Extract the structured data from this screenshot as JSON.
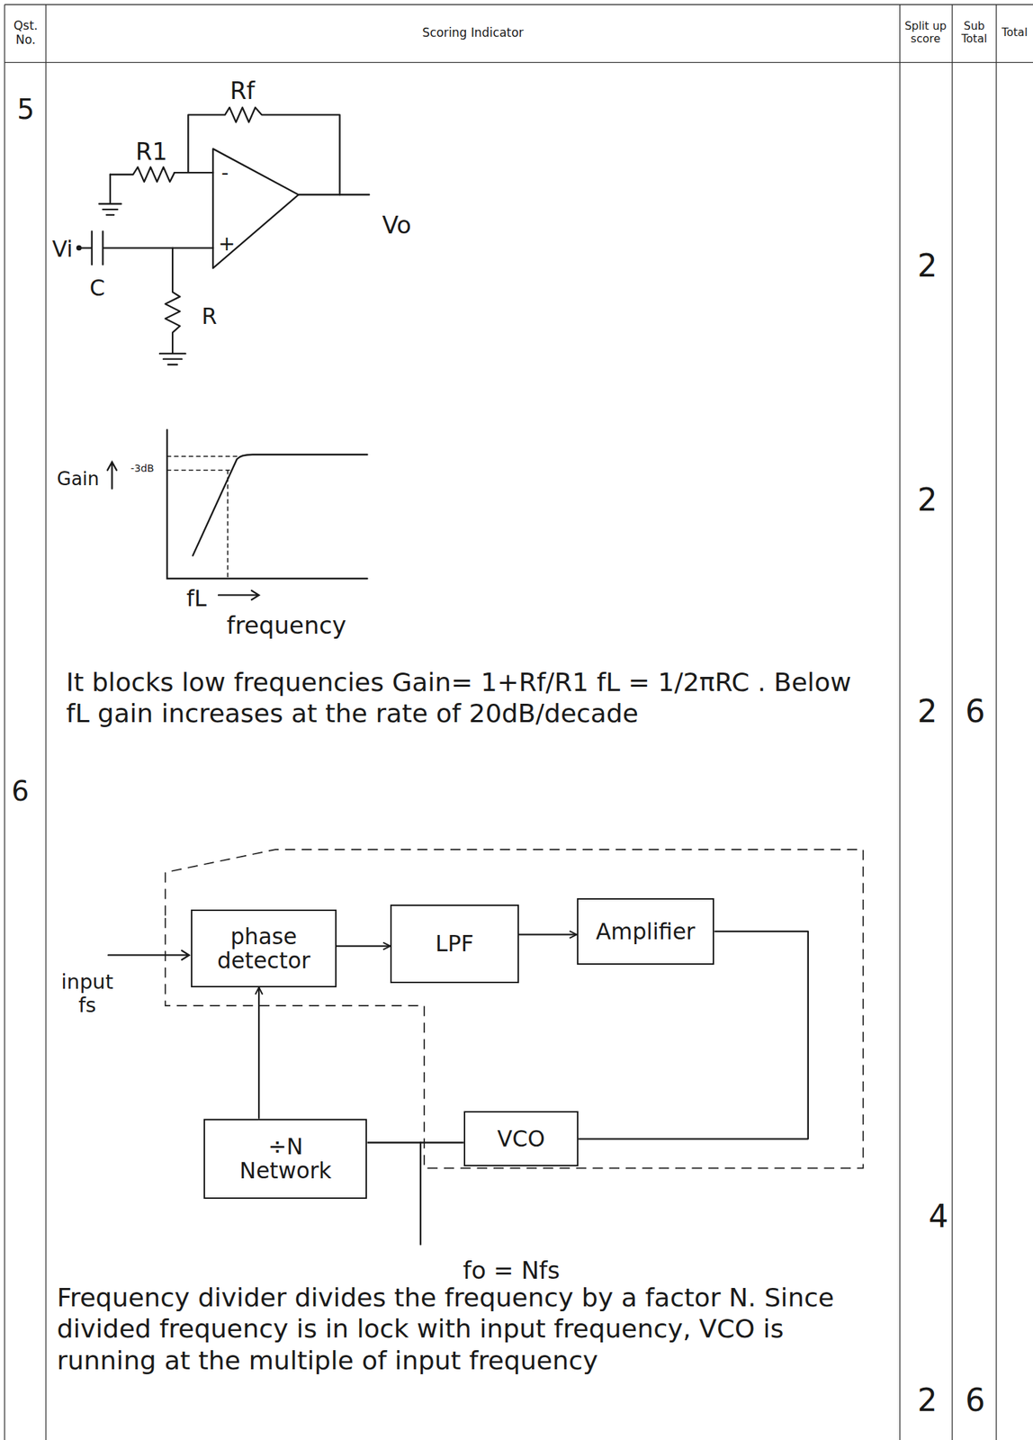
{
  "diagram": {
    "nodes": [
      {
        "text": [
          "phase detector"
        ]
      },
      {
        "text": [
          "LPF"
        ]
      },
      {
        "text": [
          "Amplifier"
        ]
      },
      {
        "text": [
          "VCO"
        ]
      },
      {
        "text": [
          "÷N Network"
        ]
      }
    ],
    "edges": [
      {
        "from": 0,
        "to": 1,
        "arrow": "to"
      },
      {
        "from": 1,
        "to": 2,
        "arrow": "to"
      },
      {
        "from": 2,
        "to": 3,
        "arrow": "none"
      },
      {
        "from": 3,
        "to": 4,
        "arrow": "none"
      },
      {
        "from": 4,
        "to": 0,
        "arrow": "to"
      }
    ],
    "labels": [
      "Qst. No.",
      "Scoring Indicator",
      "Split up score",
      "Sub Total",
      "Total",
      "5",
      "Rf",
      "R1",
      "-",
      "+",
      "Vo",
      "Vi",
      "C",
      "R",
      "2",
      "Gain",
      "-3dB",
      "fL",
      "frequency",
      "2",
      "It blocks low frequencies Gain= 1+Rf/R1 fL = 1/2πRC . Below fL gain increases at the rate of 20dB/decade",
      "2",
      "6",
      "6",
      "input fs",
      "fo = Nfs",
      "4",
      "Frequency divider divides the frequency by a factor N. Since divided frequency is in lock with input frequency, VCO is running at the multiple of input frequency",
      "2",
      "6"
    ]
  }
}
